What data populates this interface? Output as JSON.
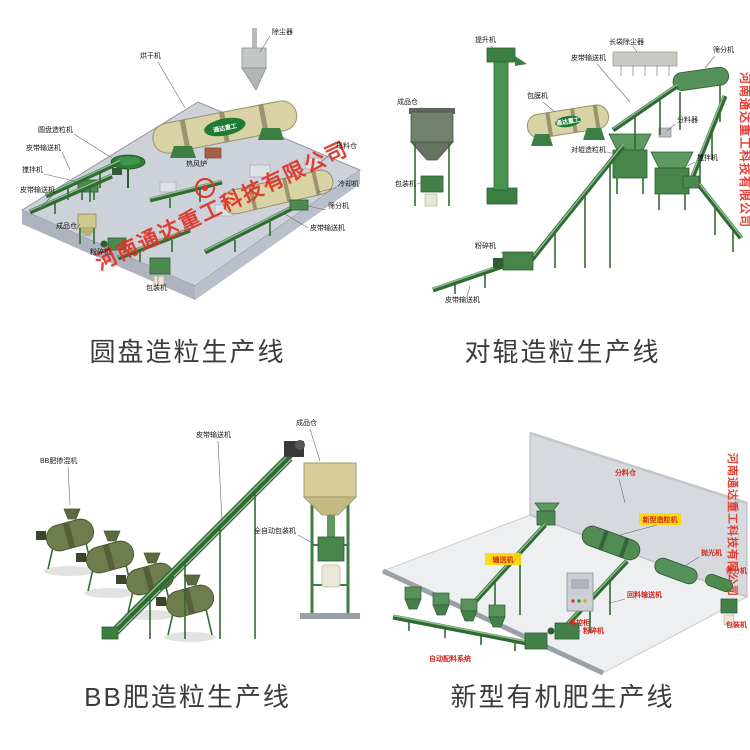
{
  "watermark": "河南通达重工科技有限公司",
  "brand": "通达重工",
  "sections": [
    {
      "caption": "圆盘造粒生产线",
      "labels": [
        "除尘器",
        "烘干机",
        "皮带输送机",
        "圆盘造粒机",
        "搅拌机",
        "皮带输送机",
        "成品仓",
        "粉碎机",
        "包装机",
        "热风炉",
        "母料仓",
        "冷却机",
        "筛分机",
        "皮带输送机"
      ]
    },
    {
      "caption": "对辊造粒生产线",
      "labels": [
        "成品仓",
        "包装机",
        "提升机",
        "包膜机",
        "皮带输送机",
        "长袋除尘器",
        "筛分机",
        "分料器",
        "对辊造粒机",
        "搅拌机",
        "粉碎机",
        "皮带输送机"
      ]
    },
    {
      "caption": "BB肥造粒生产线",
      "labels": [
        "BB肥掺混机",
        "皮带输送机",
        "成品仓",
        "全自动包装机"
      ]
    },
    {
      "caption": "新型有机肥生产线",
      "labels": [
        "分料仓",
        "输送机",
        "新型造粒机",
        "抛光机",
        "筛分机",
        "粉碎机",
        "回料输送机",
        "自动配料系统",
        "电控柜",
        "包装机"
      ]
    }
  ]
}
